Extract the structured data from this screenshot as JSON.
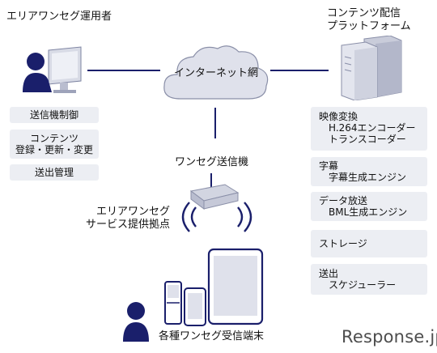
{
  "operator": {
    "title": "エリアワンセグ運用者",
    "items": [
      {
        "lines": [
          "送信機制御"
        ]
      },
      {
        "lines": [
          "コンテンツ",
          "登録・更新・変更"
        ]
      },
      {
        "lines": [
          "送出管理"
        ]
      }
    ]
  },
  "platform": {
    "title_lines": [
      "コンテンツ配信",
      "プラットフォーム"
    ],
    "items": [
      {
        "lines": [
          "映像変換",
          "H.264エンコーダー",
          "トランスコーダー"
        ]
      },
      {
        "lines": [
          "字幕",
          "字幕生成エンジン"
        ]
      },
      {
        "lines": [
          "データ放送",
          "BML生成エンジン"
        ]
      },
      {
        "lines": [
          "ストレージ"
        ]
      },
      {
        "lines": [
          "送出",
          "スケジューラー"
        ]
      }
    ]
  },
  "internet": {
    "label": "インターネット網"
  },
  "transmitter": {
    "label": "ワンセグ送信機"
  },
  "service_point": {
    "lines": [
      "エリアワンセグ",
      "サービス提供拠点"
    ]
  },
  "receivers": {
    "label": "各種ワンセグ受信端末"
  },
  "watermark": "Response.jp",
  "colors": {
    "navy": "#1a1f6b",
    "box_bg": "#eceef3",
    "cloud_fill": "#dfe1eb"
  }
}
